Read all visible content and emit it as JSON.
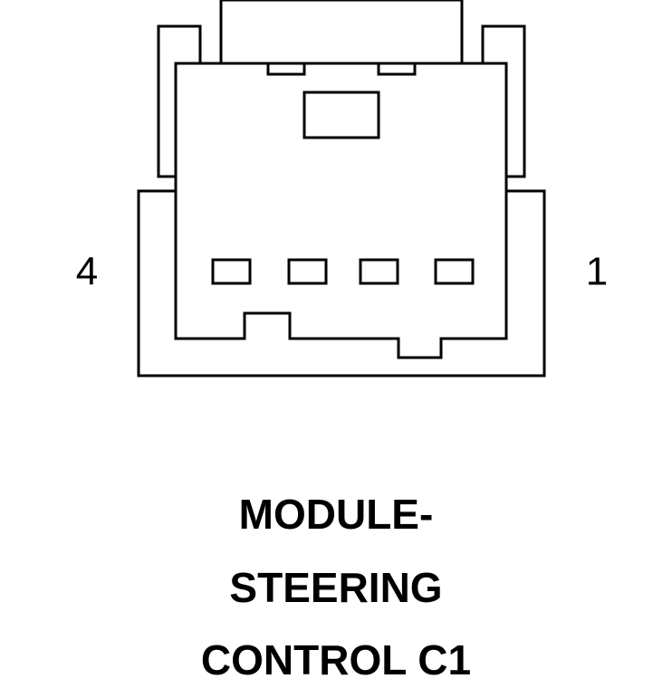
{
  "connector": {
    "pin_label_left": "4",
    "pin_label_right": "1",
    "cavity_count": 4
  },
  "title": {
    "line1": "MODULE-",
    "line2": "STEERING",
    "line3": "CONTROL C1"
  }
}
